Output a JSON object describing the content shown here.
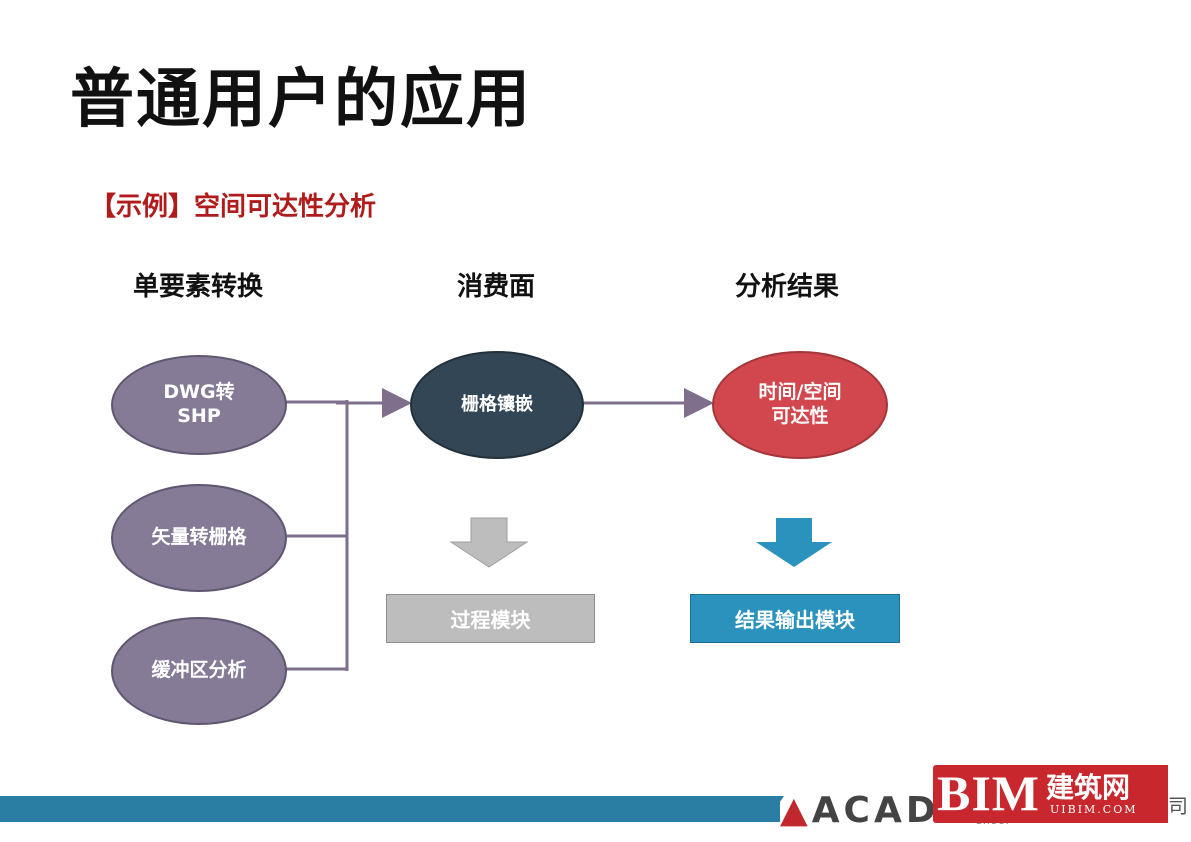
{
  "slide": {
    "title": "普通用户的应用",
    "example_title": "【示例】空间可达性分析"
  },
  "columns": {
    "single_feature": "单要素转换",
    "consumption_surface": "消费面",
    "analysis_result": "分析结果"
  },
  "nodes": {
    "dwg_to_shp": "DWG转\nSHP",
    "vector_to_raster": "矢量转栅格",
    "buffer_analysis": "缓冲区分析",
    "raster_mosaic": "栅格镶嵌",
    "time_space_accessibility": "时间/空间\n可达性"
  },
  "modules": {
    "process": "过程模块",
    "output": "结果输出模块"
  },
  "footer": {
    "logo": "ACADG",
    "bim": "BIM",
    "site_name": "建筑网",
    "site_url": "UIBIM.COM",
    "corner_char": "司",
    "group_fragment": "GROUP"
  },
  "colors": {
    "title_red": "#b01c1c",
    "purple_node": "#857b97",
    "dark_node": "#334655",
    "red_node": "#d1474d",
    "grey_arrow": "#bdbdbd",
    "blue_arrow": "#2a92bd",
    "connector": "#7f6f8c",
    "bar_blue": "#2a7ea3"
  }
}
